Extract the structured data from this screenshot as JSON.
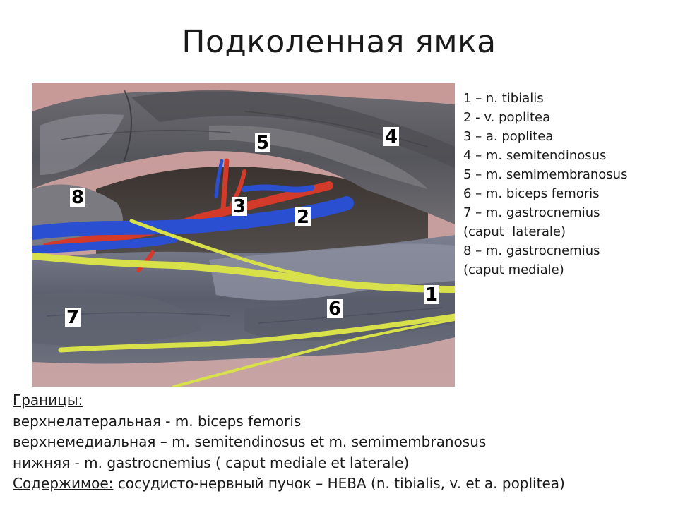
{
  "title": "Подколенная ямка",
  "figure": {
    "labels": {
      "n1": "1",
      "n2": "2",
      "n3": "3",
      "n4": "4",
      "n5": "5",
      "n6": "6",
      "n7": "7",
      "n8": "8"
    }
  },
  "legend": {
    "items": [
      "1 – n. tibialis",
      "2 - v. poplitea",
      "3 – a. poplitea",
      "4 – m. semitendinosus",
      "5 – m. semimembranosus",
      "6 – m. biceps femoris",
      "7 – m. gastrocnemius",
      "(caput  laterale)",
      "8 – m. gastrocnemius",
      "(caput mediale)"
    ]
  },
  "borders": {
    "heading": "Границы:",
    "upper_lateral": "верхнелатеральная -  m. biceps femoris",
    "upper_medial": "верхнемедиальная –  m. semitendinosus et m. semimembranosus",
    "lower": "нижняя -  m. gastrocnemius ( caput mediale et laterale)",
    "content_heading": "Содержимое:",
    "content_text": " сосудисто-нервный пучок – НЕВА (n. tibialis, v. et a. poplitea)"
  },
  "colors": {
    "nerve": "#d8e04a",
    "artery": "#d43a2a",
    "vein": "#2a4fd0",
    "background_top": "#c79a98",
    "background_bottom": "#c7a3a4",
    "muscle_dark": "#4b4c55",
    "muscle_mid": "#6e7180",
    "muscle_light": "#8d8f99"
  }
}
